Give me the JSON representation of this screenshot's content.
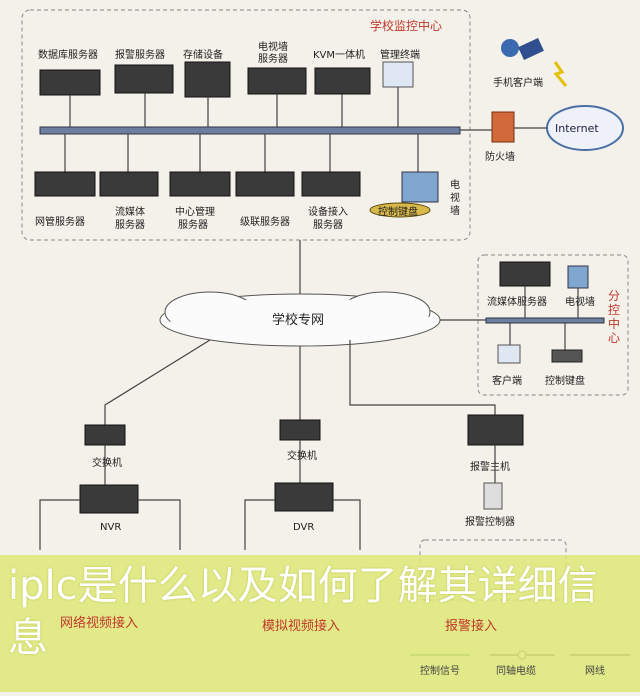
{
  "school_center": {
    "title": "学校监控中心",
    "top_devices": [
      "数据库服务器",
      "报警服务器",
      "存储设备",
      "电视墙",
      "服务器",
      "KVM一体机",
      "管理终端"
    ],
    "bottom_devices": [
      "网管服务器",
      "流媒体",
      "服务器",
      "中心管理",
      "服务器",
      "级联服务器",
      "设备接入",
      "服务器",
      "控制键盘",
      "电",
      "视",
      "墙"
    ]
  },
  "remote": {
    "phone_client": "手机客户端",
    "internet": "Internet",
    "firewall": "防火墙"
  },
  "network": {
    "label": "学校专网"
  },
  "sub_center": {
    "title": [
      "分",
      "控",
      "中",
      "心"
    ],
    "devices": [
      "流媒体服务器",
      "电视墙",
      "客户端",
      "控制键盘"
    ]
  },
  "access": {
    "switch": "交换机",
    "nvr": "NVR",
    "dvr": "DVR",
    "alarm_host": "报警主机",
    "alarm_controller": "报警控制器",
    "sections": [
      "网络视频接入",
      "模拟视频接入",
      "报警接入"
    ]
  },
  "legend": {
    "control": "控制信号",
    "coax": "同轴电缆",
    "net": "网线"
  },
  "caption": "iplc是什么以及如何了解其详细信息"
}
